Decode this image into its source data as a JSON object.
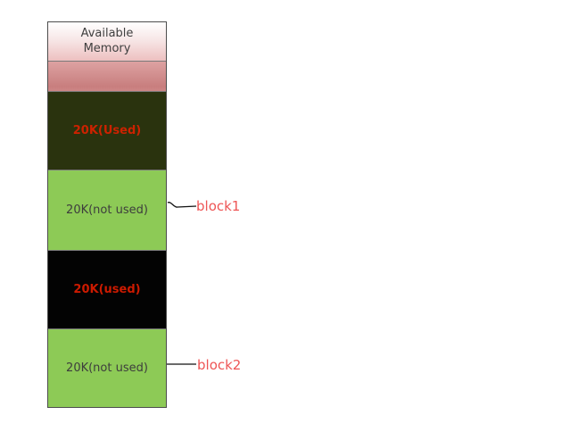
{
  "diagram": {
    "background_color": "#ffffff",
    "memory_column": {
      "header": {
        "label": "Available Memory",
        "text_color": "#3f3f3f",
        "gradient_top": "#ffffff",
        "gradient_bottom": "#edc0c0"
      },
      "segments": [
        {
          "id": "reserved-gradient",
          "label": "",
          "color_top": "#dda2a2",
          "color_bottom": "#c87e7e"
        },
        {
          "id": "used-block-upper",
          "label": "20K(Used)",
          "background": "#2a330e",
          "text_color": "#cc2200"
        },
        {
          "id": "free-block-1",
          "label": "20K(not used)",
          "background": "#8dca56",
          "text_color": "#3d3d3d"
        },
        {
          "id": "used-block-lower",
          "label": "20K(used)",
          "background": "#030303",
          "text_color": "#cc1a00"
        },
        {
          "id": "free-block-2",
          "label": "20K(not used)",
          "background": "#8dca56",
          "text_color": "#3d3d3d"
        }
      ],
      "border_color": "#4d4d4d",
      "divider_color": "#7a7a7a"
    },
    "annotations": [
      {
        "label": "block1",
        "color": "#ee5555",
        "line_color": "#111111"
      },
      {
        "label": "block2",
        "color": "#ee5555",
        "line_color": "#111111"
      }
    ]
  }
}
